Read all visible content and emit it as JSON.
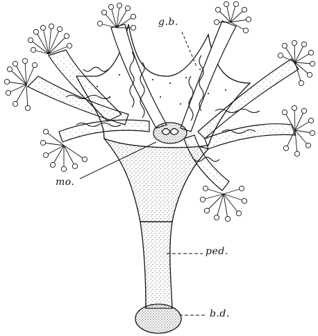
{
  "figure": {
    "labels": {
      "gb": "g.b.",
      "mo": "mo.",
      "ped": "ped.",
      "bd": "b.d."
    },
    "ink_color": "#1a1a1a",
    "paper_color": "#ffffff"
  }
}
